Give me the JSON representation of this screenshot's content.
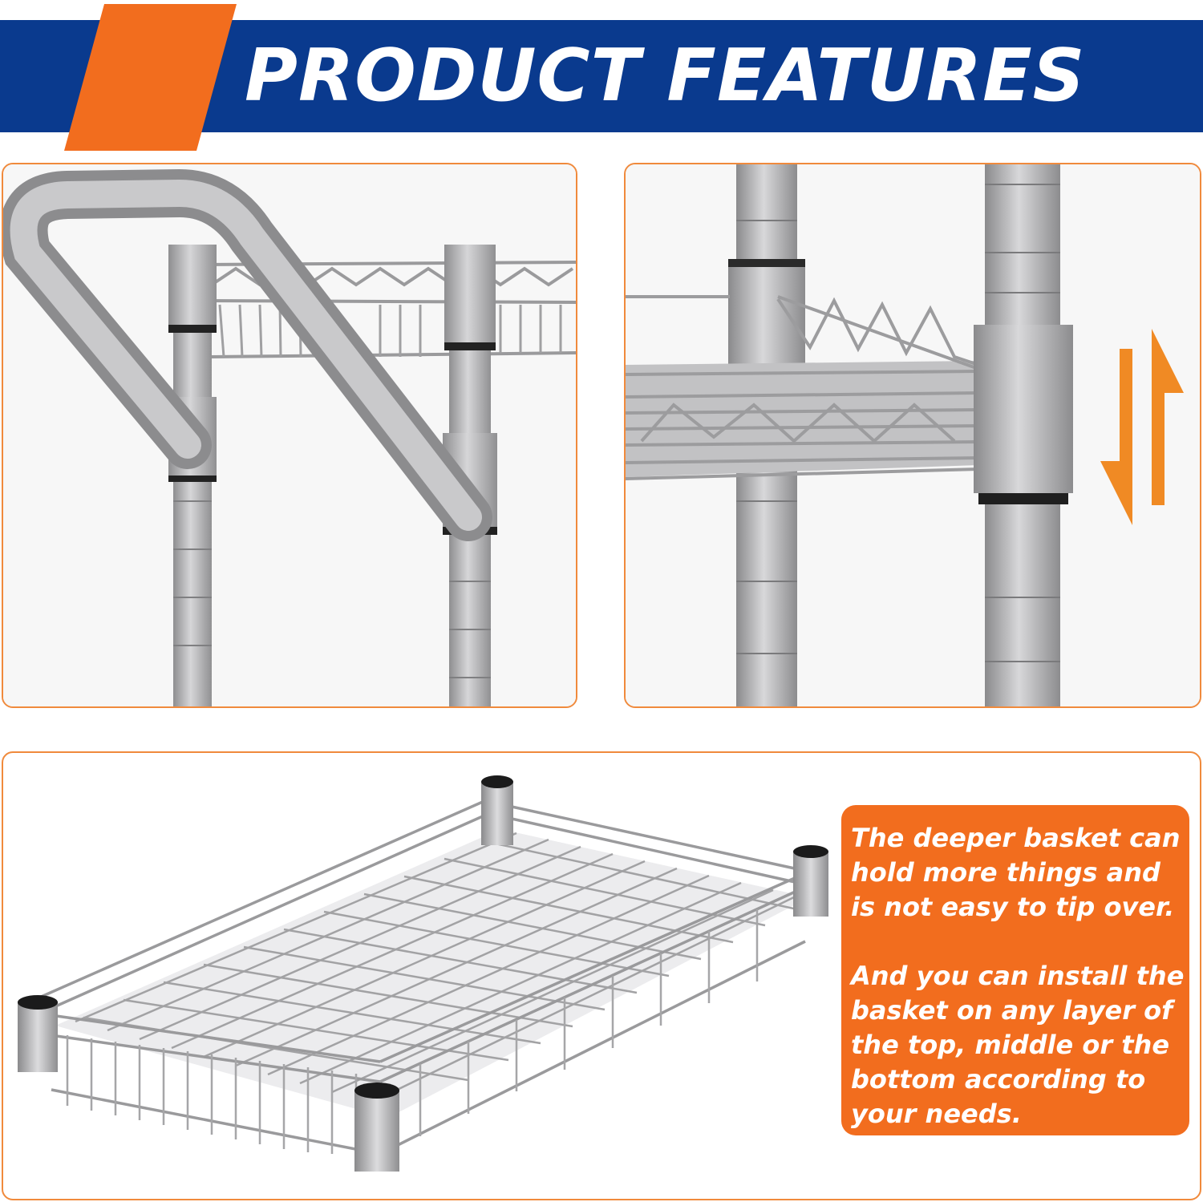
{
  "header": {
    "title": "PRODUCT FEATURES"
  },
  "colors": {
    "banner_blue": "#0a3a8e",
    "accent_orange": "#f26d1e",
    "panel_border": "#f08a3c",
    "metal_silver": "#a8a8aa"
  },
  "callout": {
    "paragraph_1": "The deeper basket can\nhold more things and\nis not easy to tip over.",
    "paragraph_2": "And you can install the\nbasket on any layer of\nthe top, middle or the\nbottom according to\nyour needs."
  },
  "icons": {
    "adjust": "up-down-arrows-icon"
  }
}
